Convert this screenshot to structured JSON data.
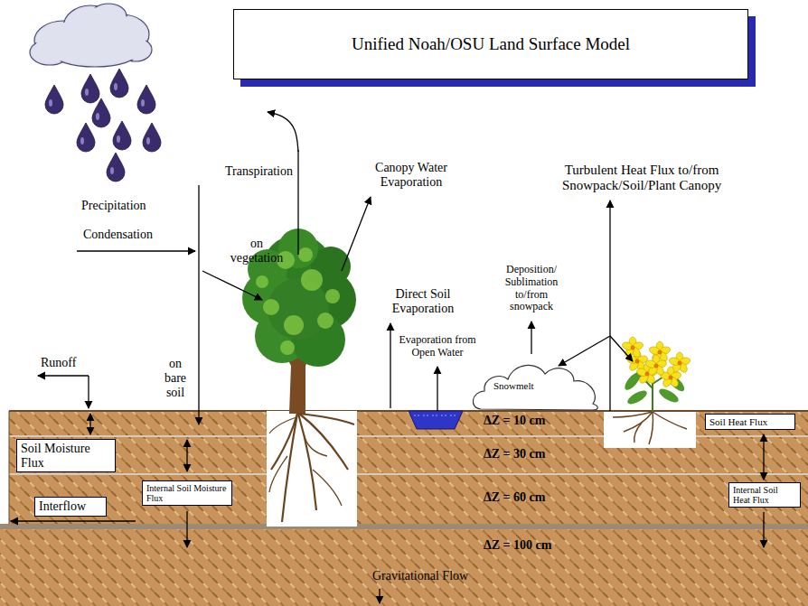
{
  "diagram": {
    "title": "Unified Noah/OSU Land Surface Model",
    "nodes": [
      {
        "text": [
          "Snowmelt"
        ]
      },
      {
        "text": [
          "ΔZ = 10 cm"
        ]
      },
      {
        "text": [
          "Soil Heat Flux"
        ],
        "in": 1
      },
      {
        "text": [
          "ΔZ = 30 cm"
        ]
      },
      {
        "text": [
          "Soil Moisture Flux"
        ],
        "in": 3
      },
      {
        "text": [
          "ΔZ = 60 cm"
        ]
      },
      {
        "text": [
          "Interflow"
        ],
        "in": 5
      },
      {
        "text": [
          "Internal Soil Moisture Flux"
        ],
        "in": 5
      },
      {
        "text": [
          "Internal Soil Heat Flux"
        ],
        "in": 5
      },
      {
        "text": [
          "ΔZ = 100 cm",
          "Gravitational Flow"
        ]
      }
    ],
    "labels": [
      "Precipitation",
      "Condensation",
      "on vegetation",
      "on bare soil",
      "Transpiration",
      "Canopy Water Evaporation",
      "Direct Soil Evaporation",
      "Evaporation from Open Water",
      "Deposition/ Sublimation to/from snowpack",
      "Turbulent Heat Flux to/from Snowpack/Soil/Plant Canopy",
      "Runoff"
    ]
  }
}
